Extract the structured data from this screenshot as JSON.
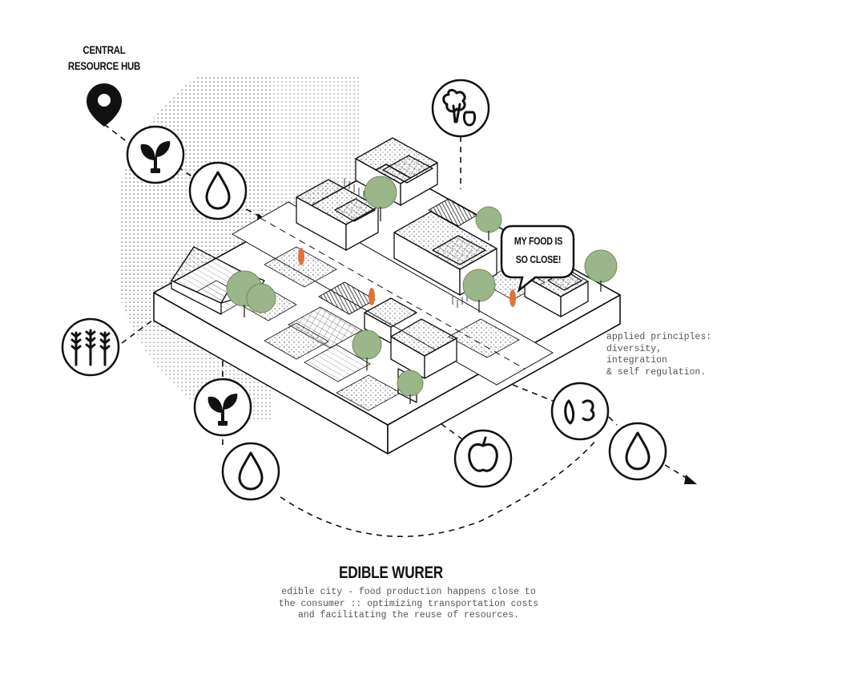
{
  "hub": {
    "line1": "CENTRAL",
    "line2": "RESOURCE HUB"
  },
  "speech_bubble": {
    "line1": "MY FOOD IS",
    "line2": "SO CLOSE!"
  },
  "principles": {
    "line1": "applied principles:",
    "line2": "diversity,",
    "line3": "integration",
    "line4": "& self regulation."
  },
  "title": "EDIBLE WURER",
  "caption": {
    "line1": "edible city - food production happens close to",
    "line2": "the consumer :: optimizing transportation costs",
    "line3": "and facilitating the reuse of resources."
  },
  "icons": [
    "map-pin-icon",
    "plant-plug-icon",
    "water-drop-icon",
    "vegetables-icon",
    "wheat-icon",
    "plant-plug-icon",
    "water-drop-icon",
    "apple-icon",
    "compost-icon",
    "water-drop-icon"
  ],
  "colors": {
    "ink": "#111111",
    "tree_green": "#9bb78a",
    "person_orange": "#e0733a",
    "block_side": "#ffffff"
  }
}
